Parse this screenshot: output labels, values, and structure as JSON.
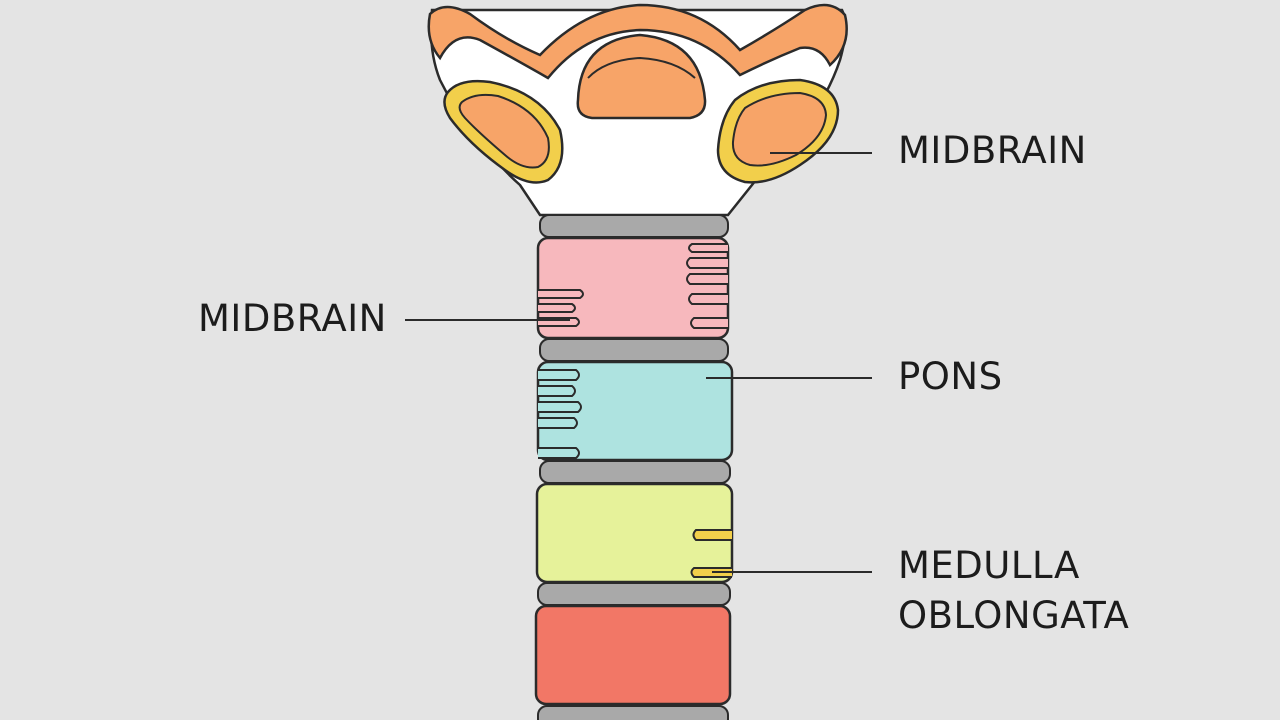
{
  "labels": {
    "midbrain_right": "MIDBRAIN",
    "midbrain_left": "MIDBRAIN",
    "pons": "PONS",
    "medulla_line1": "MEDULLA",
    "medulla_line2": "OBLONGATA"
  },
  "colors": {
    "background": "#e4e4e4",
    "outline": "#2b2b2b",
    "orange": "#f7a468",
    "orange_outline": "#e8904f",
    "yellow": "#f2cf4b",
    "pink": "#f7b8bd",
    "teal": "#aee3e0",
    "lime": "#e6f29a",
    "red": "#f27766",
    "gray_band": "#a9a9a9"
  }
}
